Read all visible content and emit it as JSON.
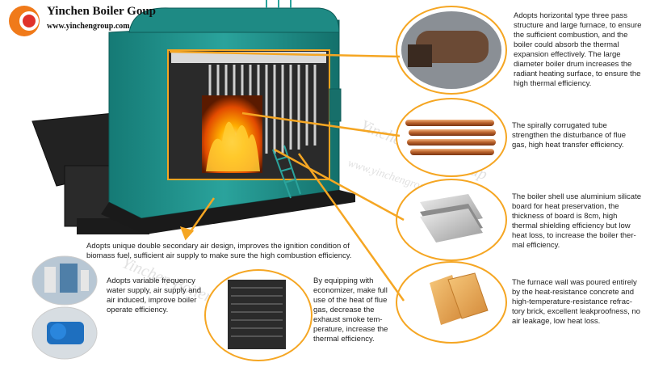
{
  "brand": {
    "name": "Yinchen Boiler Goup",
    "website": "www.yinchengroup.com"
  },
  "watermarks": [
    "Yinchen Boiler Goup",
    "www.yinchengroup.com"
  ],
  "captions": {
    "three_pass": "Adopts horizontal type three pass structure and large furnace, to ensure the sufficient combustion, and the boiler could absorb the thermal expansion effectively. The large diameter boiler drum increases the radiant heating surface, to ensure the high thermal efficiency.",
    "corrugated_tube": "The spirally corrugated tube strengthen the disturbance of flue gas, high heat transfer efficiency.",
    "aluminium_board": "The boiler shell use aluminium silicate board for heat preservation, the thickness of board is 8cm, high thermal shielding efficiency but low heat loss, to increase the boiler ther-mal efficiency.",
    "furnace_wall": "The furnace wall was poured entirely by the heat-resistance concrete and high-temperature-resistance refrac-tory brick, excellent leakproofness, no air leakage, low heat loss.",
    "secondary_air": "Adopts unique double secondary air design, improves the ignition condition of biomass fuel, sufficient air supply to make sure the high combustion efficiency.",
    "variable_frequency": "Adopts variable frequency water supply, air supply and air induced, improve boiler operate efficiency.",
    "economizer": "By equipping with economizer, make full use of the heat of flue gas, decrease the exhaust smoke tem-perature, increase the thermal efficiency."
  },
  "colors": {
    "boiler_teal": "#1f8c86",
    "callout_orange": "#f5a623",
    "logo_orange": "#f07a1a",
    "logo_red": "#e0322b",
    "flame": "#ff8a00"
  }
}
